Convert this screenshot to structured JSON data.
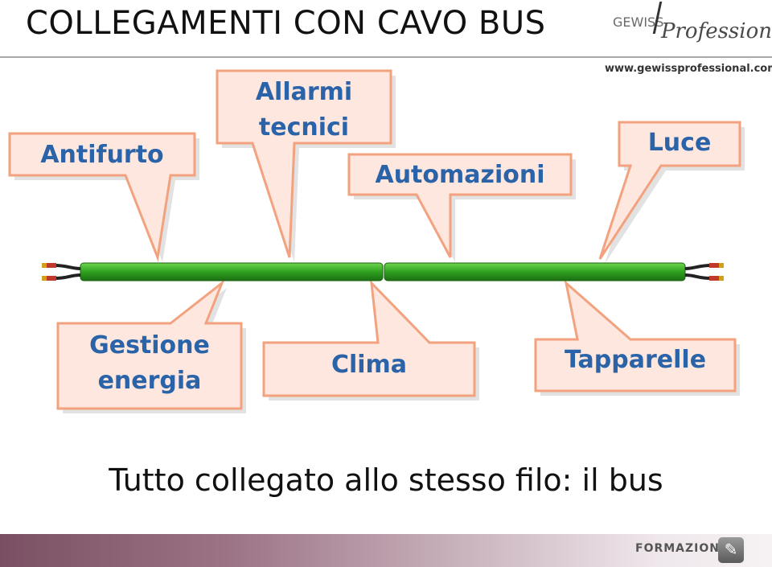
{
  "header": {
    "title": "COLLEGAMENTI CON CAVO BUS",
    "logo_text_top": "GEWISS",
    "logo_text_main": "Professional",
    "url": "www.gewissprofessional.com"
  },
  "callouts": {
    "antifurto": "Antifurto",
    "allarmi_line1": "Allarmi",
    "allarmi_line2": "tecnici",
    "automazioni": "Automazioni",
    "luce": "Luce",
    "gestione_line1": "Gestione",
    "gestione_line2": "energia",
    "clima": "Clima",
    "tapparelle": "Tapparelle"
  },
  "caption": "Tutto collegato allo stesso filo:  il bus",
  "footer": {
    "label": "FORMAZIONE",
    "icon": "teacher-icon"
  },
  "colors": {
    "callout_fill": "#fde7df",
    "callout_stroke": "#f2a27e",
    "label_text": "#2a63a8",
    "cable": "#2fa21f"
  }
}
